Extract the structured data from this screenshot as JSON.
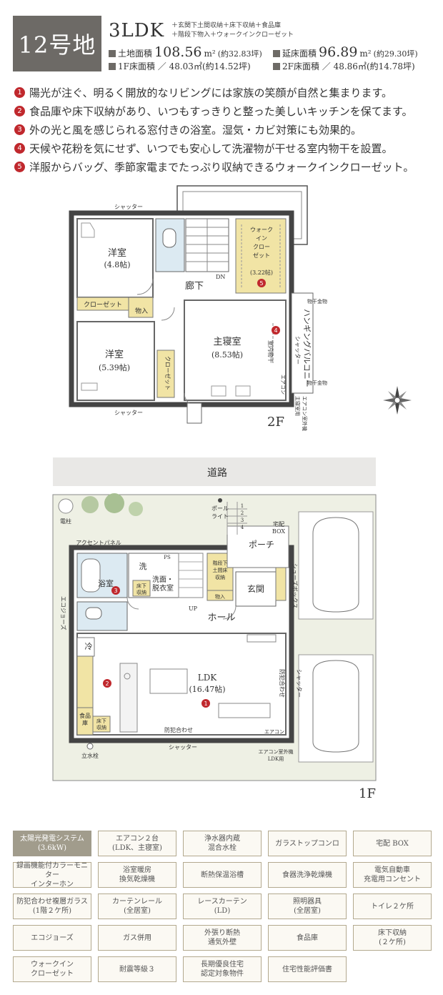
{
  "header": {
    "lot": "12号地",
    "plan_type": "3LDK",
    "extras_line1": "＋玄関下土間収納＋床下収納＋食品庫",
    "extras_line2": "＋階段下物入＋ウォークインクローゼット",
    "land_area_label": "土地面積",
    "land_area_value": "108.56",
    "land_area_unit": "m²",
    "land_area_tsubo": "(約32.83坪)",
    "floor_area_label": "延床面積",
    "floor_area_value": "96.89",
    "floor_area_unit": "m²",
    "floor_area_tsubo": "(約29.30坪)",
    "f1_area": "1F床面積 ／ 48.03㎡(約14.52坪)",
    "f2_area": "2F床面積 ／ 48.86㎡(約14.78坪)"
  },
  "features": [
    {
      "num": "1",
      "text": "陽光が注ぐ、明るく開放的なリビングには家族の笑顔が自然と集まります。"
    },
    {
      "num": "2",
      "text": "食品庫や床下収納があり、いつもすっきりと整った美しいキッチンを保てます。"
    },
    {
      "num": "3",
      "text": "外の光と風を感じられる窓付きの浴室。湿気・カビ対策にも効果的。"
    },
    {
      "num": "4",
      "text": "天候や花粉を気にせず、いつでも安心して洗濯物が干せる室内物干を設置。"
    },
    {
      "num": "5",
      "text": "洋服からバッグ、季節家電までたっぷり収納できるウォークインクローゼット。"
    }
  ],
  "floor2": {
    "floor_label": "2F",
    "shutter": "シャッター",
    "room1_name": "洋室",
    "room1_size": "(4.8帖)",
    "room2_name": "洋室",
    "room2_size": "(5.39帖)",
    "closet": "クローゼット",
    "closet_v": "クローゼット",
    "storage": "物入",
    "hall": "廊下",
    "dn": "DN",
    "wic_line1": "ウォーク",
    "wic_line2": "イン",
    "wic_line3": "クロー",
    "wic_line4": "ゼット",
    "wic_size": "(3.22帖)",
    "master_name": "主寝室",
    "master_size": "(8.53帖)",
    "indoor_dry": "室内物干",
    "hanging_balcony": "ハンギングバルコニー",
    "dry_hardware_top": "物干金物",
    "dry_hardware_bottom": "物干金物",
    "ac": "エアコン",
    "ac_outdoor": "エアコン室外機",
    "ac_outdoor_room": "主寝室用"
  },
  "floor1": {
    "floor_label": "1F",
    "road": "道路",
    "pole": "電柱",
    "accent_panel": "アクセントパネル",
    "eco_jozu": "エコジョーズ",
    "pole_light_1": "ポール",
    "pole_light_2": "ライト",
    "steps": [
      "1",
      "2",
      "3",
      "4"
    ],
    "delivery_box_1": "宅配",
    "delivery_box_2": "BOX",
    "porch": "ポーチ",
    "shoes_box": "シューズボックス",
    "bath": "浴室",
    "wash": "洗",
    "ps": "PS",
    "washroom_1": "洗面・",
    "washroom_2": "脱衣室",
    "underfloor_1": "床下",
    "underfloor_2": "収納",
    "stair_storage_1": "階段下",
    "stair_storage_2": "土間床",
    "stair_storage_3": "収納",
    "storage": "物入",
    "entrance": "玄関",
    "up": "UP",
    "hall": "ホール",
    "fridge": "冷",
    "ldk_name": "LDK",
    "ldk_size": "(16.47帖)",
    "pantry_1": "食品",
    "pantry_2": "庫",
    "underfloor2_1": "床下",
    "underfloor2_2": "収納",
    "security_glass_bottom": "防犯合わせ",
    "security_glass_right": "防犯合わせ",
    "shutter_bottom": "シャッター",
    "shutter_right": "シャッター",
    "ac": "エアコン",
    "ac_outdoor_1": "エアコン室外機",
    "ac_outdoor_2": "LDK用",
    "standing_faucet": "立水栓"
  },
  "equipment": [
    {
      "line1": "太陽光発電システム",
      "line2": "(3.6kW)",
      "highlight": true
    },
    {
      "line1": "エアコン２台",
      "line2": "(LDK、主寝室)",
      "highlight": false
    },
    {
      "line1": "浄水器内蔵",
      "line2": "混合水栓",
      "highlight": false
    },
    {
      "line1": "ガラストップコンロ",
      "line2": "",
      "highlight": false
    },
    {
      "line1": "宅配 BOX",
      "line2": "",
      "highlight": false
    },
    {
      "line1": "録画機能付カラーモニター",
      "line2": "インターホン",
      "highlight": false
    },
    {
      "line1": "浴室暖房",
      "line2": "換気乾燥機",
      "highlight": false
    },
    {
      "line1": "断熱保温浴槽",
      "line2": "",
      "highlight": false
    },
    {
      "line1": "食器洗浄乾燥機",
      "line2": "",
      "highlight": false
    },
    {
      "line1": "電気自動車",
      "line2": "充電用コンセント",
      "highlight": false
    },
    {
      "line1": "防犯合わせ複層ガラス",
      "line2": "(1階２ケ所)",
      "highlight": false
    },
    {
      "line1": "カーテンレール",
      "line2": "(全居室)",
      "highlight": false
    },
    {
      "line1": "レースカーテン",
      "line2": "(LD)",
      "highlight": false
    },
    {
      "line1": "照明器具",
      "line2": "(全居室)",
      "highlight": false
    },
    {
      "line1": "トイレ２ケ所",
      "line2": "",
      "highlight": false
    },
    {
      "line1": "エコジョーズ",
      "line2": "",
      "highlight": false
    },
    {
      "line1": "ガス併用",
      "line2": "",
      "highlight": false
    },
    {
      "line1": "外張り断熱",
      "line2": "通気外壁",
      "highlight": false
    },
    {
      "line1": "食品庫",
      "line2": "",
      "highlight": false
    },
    {
      "line1": "床下収納",
      "line2": "(２ケ所)",
      "highlight": false
    },
    {
      "line1": "ウォークイン",
      "line2": "クローゼット",
      "highlight": false
    },
    {
      "line1": "耐震等級３",
      "line2": "",
      "highlight": false
    },
    {
      "line1": "長期優良住宅",
      "line2": "認定対象物件",
      "highlight": false
    },
    {
      "line1": "住宅性能評価書",
      "line2": "",
      "highlight": false
    }
  ]
}
